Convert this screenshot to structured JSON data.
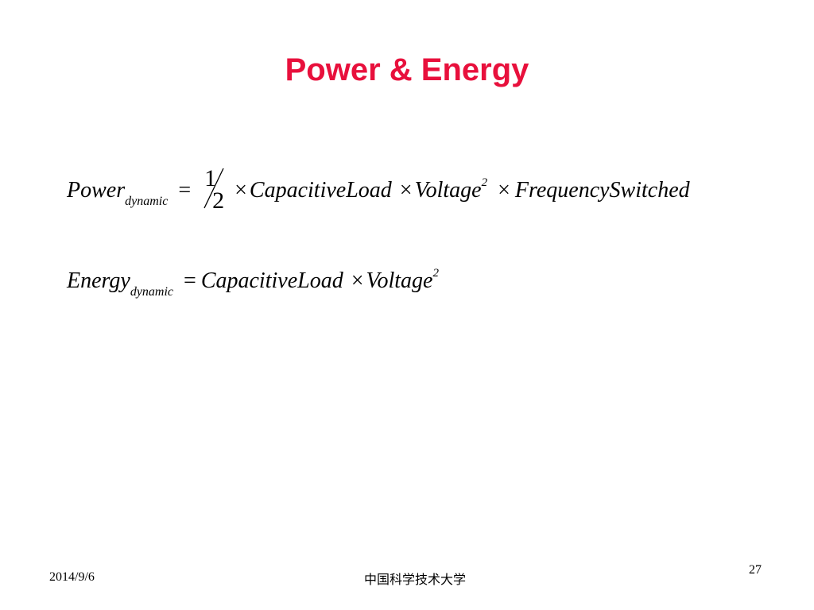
{
  "slide": {
    "title": "Power & Energy",
    "equation_power": {
      "lhs_main": "Power",
      "lhs_sub": "dynamic",
      "equals": "=",
      "fraction_num": "1",
      "fraction_den": "2",
      "times": "×",
      "term1": "CapacitiveLoad",
      "term2": "Voltage",
      "term2_exp": "2",
      "term3": "FrequencySwitched"
    },
    "equation_energy": {
      "lhs_main": "Energy",
      "lhs_sub": "dynamic",
      "equals": "=",
      "times": "×",
      "term1": "CapacitiveLoad",
      "term2": "Voltage",
      "term2_exp": "2"
    },
    "footer": {
      "date": "2014/9/6",
      "organization": "中国科学技术大学",
      "page_number": "27"
    }
  }
}
